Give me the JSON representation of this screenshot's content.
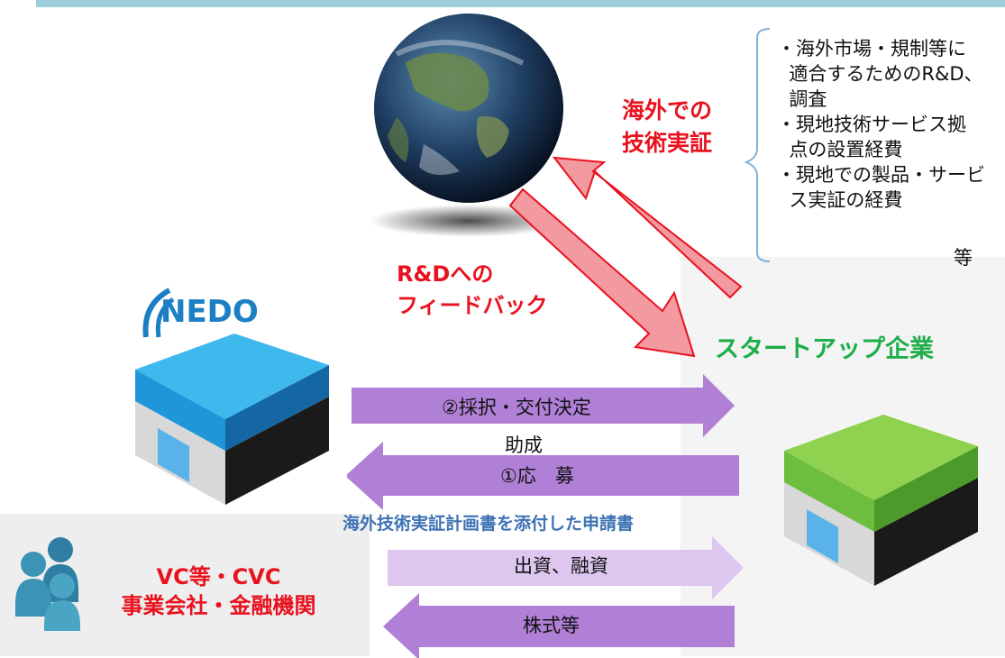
{
  "feature_label": "海外での\n技術実証",
  "feedback_label": "R&Dへの\nフィードバック",
  "nedo_logo_text": "NEDO",
  "startup_label": "スタートアップ企業",
  "bullets": [
    "・海外市場・規制等に",
    "  適合するためのR&D、",
    "  調査",
    "・現地技術サービス拠",
    "  点の設置経費",
    "・現地での製品・サービ",
    "  ス実証の経費"
  ],
  "bullets_etc": "等",
  "arrows": {
    "adoption": "②採択・交付決定",
    "grant": "助成",
    "apply": "①応　募",
    "application_doc": "海外技術実証計画書を添付した申請書",
    "investment": "出資、融資",
    "shares": "株式等"
  },
  "investors_label": "VC等・CVC\n事業会社・金融機関",
  "colors": {
    "red_accent": "#e8121f",
    "green_accent": "#1fae4b",
    "blue_accent": "#3d72b4",
    "purple_arrow": "#b07fd6",
    "light_purple_arrow": "#ddc7ef",
    "nedo_blue": "#1d7fc3"
  },
  "icons": [
    "earth-globe",
    "nedo-building-icon",
    "startup-building-icon",
    "people-icon",
    "bracket"
  ]
}
